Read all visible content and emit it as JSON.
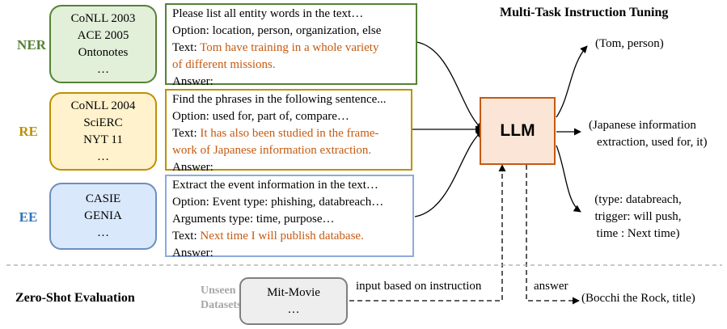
{
  "title": "Multi-Task Instruction Tuning",
  "llm_label": "LLM",
  "tasks": [
    {
      "label": "NER",
      "label_color": "#548235",
      "border": "#548235",
      "fill": "#e2efd9",
      "datasets": [
        "CoNLL 2003",
        "ACE 2005",
        "Ontonotes",
        "…"
      ],
      "instruction": {
        "lines": [
          "Please list all entity words in the text…",
          "Option: location, person, organization, else"
        ],
        "text_prefix": "Text: ",
        "text_lines": [
          "Tom have training in a whole variety",
          "of different missions."
        ],
        "answer": "Answer:"
      },
      "output_lines": [
        "(Tom, person)"
      ]
    },
    {
      "label": "RE",
      "label_color": "#bf9000",
      "border": "#bf9000",
      "fill": "#fff2cc",
      "datasets": [
        "CoNLL 2004",
        "SciERC",
        "NYT 11",
        "…"
      ],
      "instruction": {
        "lines": [
          "Find the phrases in the following sentence...",
          "Option: used for, part of, compare…"
        ],
        "text_prefix": "Text: ",
        "text_lines": [
          "It has also been studied in the frame-",
          "work of Japanese information extraction."
        ],
        "answer": "Answer:"
      },
      "output_lines": [
        "(Japanese information",
        "extraction, used for, it)"
      ]
    },
    {
      "label": "EE",
      "label_color": "#2e75b6",
      "border": "#6c8ebf",
      "fill": "#dae8fc",
      "datasets": [
        "CASIE",
        "GENIA",
        "…"
      ],
      "instruction": {
        "lines": [
          "Extract the event information in the text…",
          "Option: Event type: phishing, databreach…",
          "Arguments type: time, purpose…"
        ],
        "text_prefix": "Text: ",
        "text_lines": [
          "Next time I will publish database."
        ],
        "answer": "Answer:"
      },
      "output_lines": [
        "(type: databreach,",
        "trigger: will push,",
        "time : Next time)"
      ]
    }
  ],
  "zero_shot": {
    "label": "Zero-Shot Evaluation",
    "unseen_label_lines": [
      "Unseen",
      "Datasets"
    ],
    "datasets": [
      "Mit-Movie",
      "…"
    ],
    "input_label": "input based on instruction",
    "answer_label": "answer",
    "output": "(Bocchi the Rock, title)"
  },
  "colors": {
    "llm_border": "#c55a11",
    "llm_fill": "#fbe5d6",
    "highlight_text": "#c55a11",
    "unseen_text": "#a6a6a6",
    "zero_shot_border": "#7f7f7f",
    "zero_shot_fill": "#eeeeee",
    "divider": "#a6a6a6"
  }
}
